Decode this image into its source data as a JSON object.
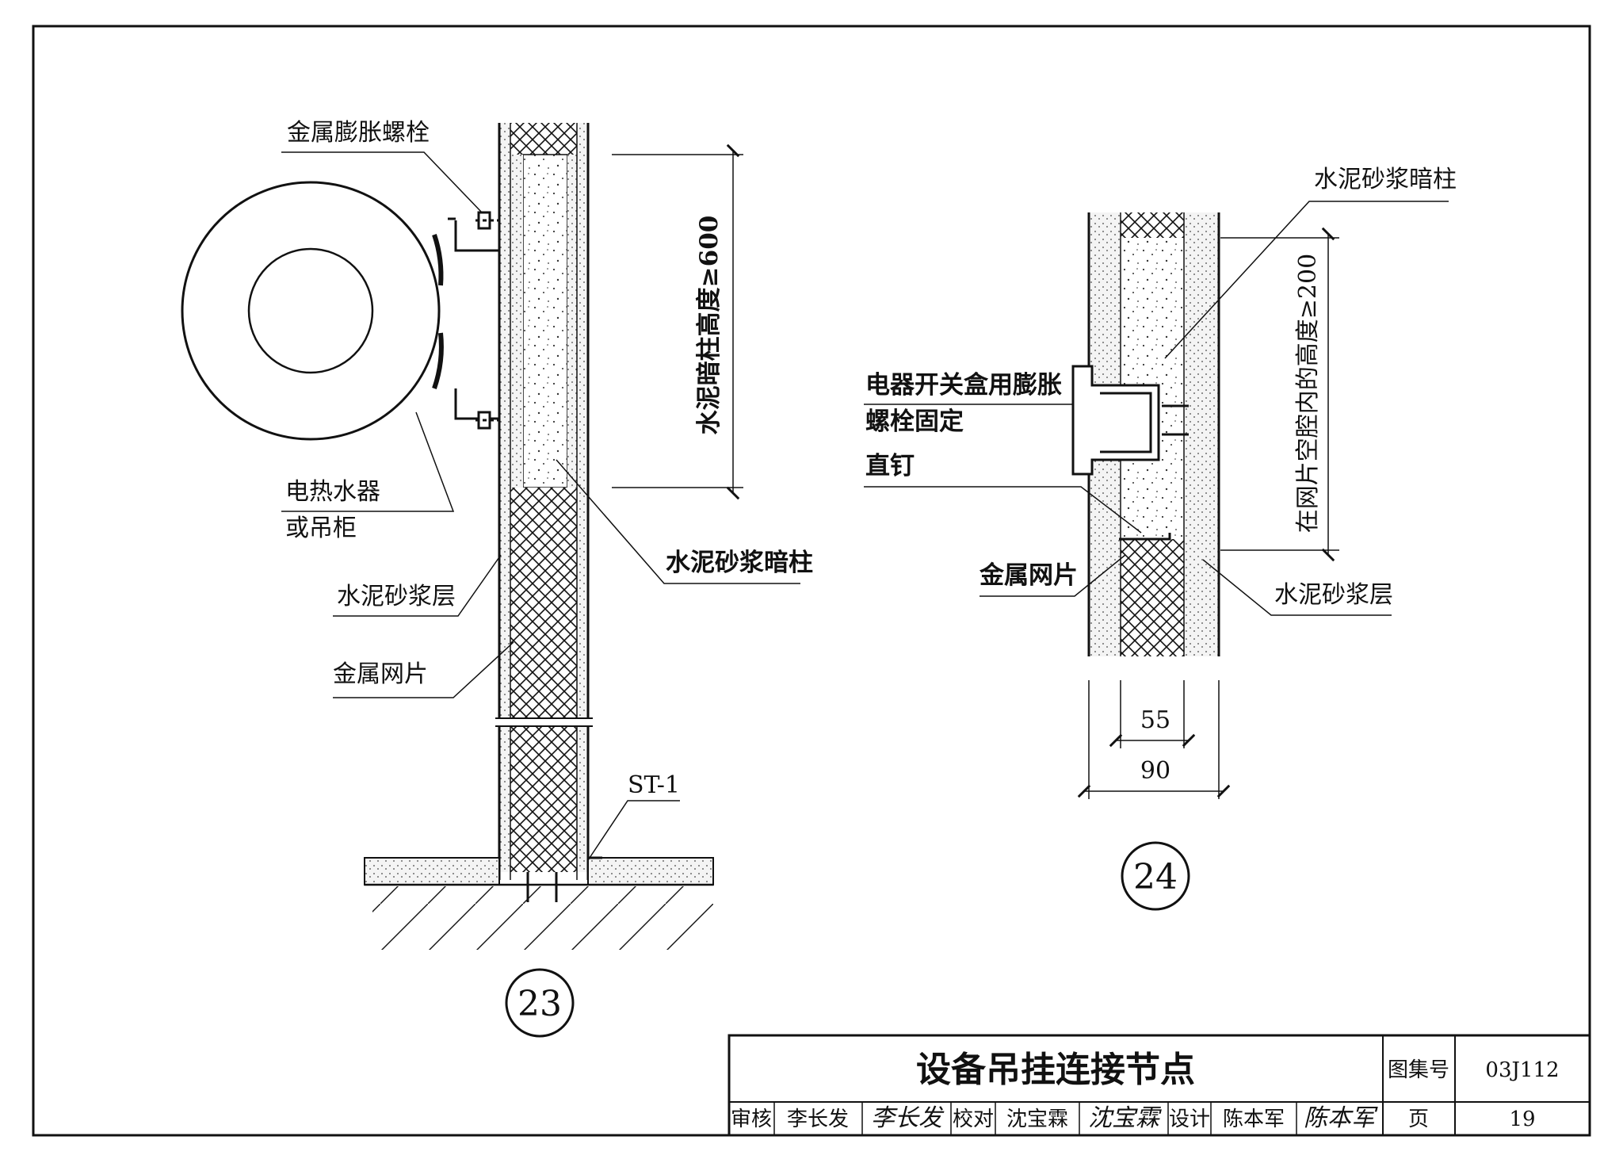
{
  "detail_23": {
    "number": "23",
    "labels": {
      "bolt": "金属膨胀螺栓",
      "heater_line1": "电热水器",
      "heater_line2": "或吊柜",
      "mortar_layer": "水泥砂浆层",
      "mesh": "金属网片",
      "dark_column": "水泥砂浆暗柱",
      "height_dim": "水泥暗柱高度≥600",
      "base_tag": "ST-1"
    }
  },
  "detail_24": {
    "number": "24",
    "labels": {
      "dark_column": "水泥砂浆暗柱",
      "switch_box_line1": "电器开关盒用膨胀",
      "switch_box_line2": "螺栓固定",
      "nail": "直钉",
      "mesh": "金属网片",
      "mortar_layer": "水泥砂浆层",
      "height_dim": "在网片空腔内的高度≥200",
      "dim_inner": "55",
      "dim_outer": "90"
    }
  },
  "title_block": {
    "title": "设备吊挂连接节点",
    "atlas_label": "图集号",
    "atlas_no": "03J112",
    "review_label": "审核",
    "reviewer": "李长发",
    "reviewer_sig": "李长发",
    "check_label": "校对",
    "checker": "沈宝霖",
    "checker_sig": "沈宝霖",
    "design_label": "设计",
    "designer": "陈本军",
    "designer_sig": "陈本军",
    "page_label": "页",
    "page_no": "19"
  }
}
